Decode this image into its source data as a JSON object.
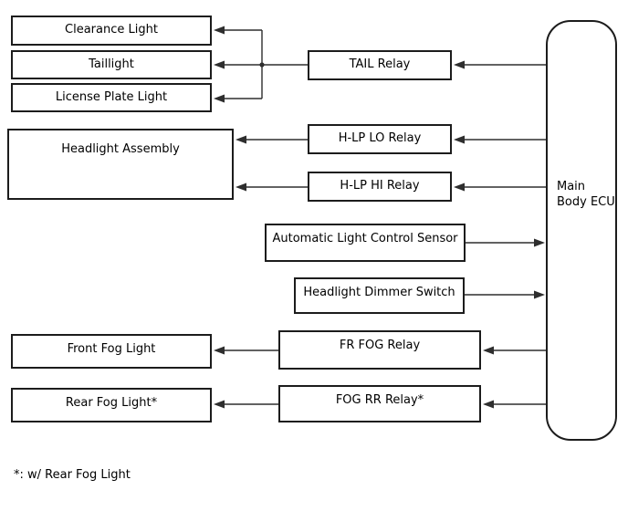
{
  "diagram": {
    "title_hint": "Vehicle lighting system wiring block diagram",
    "nodes": {
      "clearance_light": {
        "label": "Clearance Light"
      },
      "taillight": {
        "label": "Taillight"
      },
      "license_plate_light": {
        "label": "License Plate Light"
      },
      "headlight_assembly": {
        "label": "Headlight Assembly"
      },
      "tail_relay": {
        "label": "TAIL Relay"
      },
      "hlp_lo_relay": {
        "label": "H-LP LO Relay"
      },
      "hlp_hi_relay": {
        "label": "H-LP HI Relay"
      },
      "automatic_light_control_sensor": {
        "label": "Automatic Light Control Sensor"
      },
      "headlight_dimmer_switch": {
        "label": "Headlight Dimmer Switch"
      },
      "fr_fog_relay": {
        "label": "FR FOG Relay"
      },
      "fog_rr_relay": {
        "label": "FOG RR Relay*"
      },
      "front_fog_light": {
        "label": "Front Fog Light"
      },
      "rear_fog_light": {
        "label": "Rear Fog Light*"
      },
      "main_body_ecu": {
        "label": "Main\nBody ECU"
      }
    },
    "connections": [
      {
        "from": "tail_relay",
        "to": "clearance_light",
        "direction": "to"
      },
      {
        "from": "tail_relay",
        "to": "taillight",
        "direction": "to"
      },
      {
        "from": "tail_relay",
        "to": "license_plate_light",
        "direction": "to"
      },
      {
        "from": "main_body_ecu",
        "to": "tail_relay",
        "direction": "to"
      },
      {
        "from": "hlp_lo_relay",
        "to": "headlight_assembly",
        "direction": "to"
      },
      {
        "from": "main_body_ecu",
        "to": "hlp_lo_relay",
        "direction": "to"
      },
      {
        "from": "hlp_hi_relay",
        "to": "headlight_assembly",
        "direction": "to"
      },
      {
        "from": "main_body_ecu",
        "to": "hlp_hi_relay",
        "direction": "to"
      },
      {
        "from": "automatic_light_control_sensor",
        "to": "main_body_ecu",
        "direction": "to"
      },
      {
        "from": "headlight_dimmer_switch",
        "to": "main_body_ecu",
        "direction": "to"
      },
      {
        "from": "main_body_ecu",
        "to": "fr_fog_relay",
        "direction": "to"
      },
      {
        "from": "fr_fog_relay",
        "to": "front_fog_light",
        "direction": "to"
      },
      {
        "from": "main_body_ecu",
        "to": "fog_rr_relay",
        "direction": "to"
      },
      {
        "from": "fog_rr_relay",
        "to": "rear_fog_light",
        "direction": "to"
      }
    ],
    "footnote": "*: w/ Rear Fog Light",
    "colors": {
      "background": "#ffffff",
      "box_border": "#1c1c1c",
      "wire": "#2e2e2e",
      "text": "#000000"
    }
  }
}
